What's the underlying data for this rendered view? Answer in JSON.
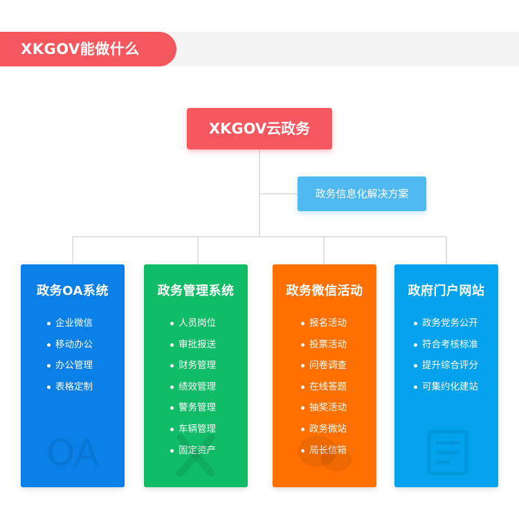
{
  "header": {
    "title": "XKGOV能做什么"
  },
  "root_node": {
    "label": "XKGOV云政务"
  },
  "side_node": {
    "label": "政务信息化解决方案"
  },
  "colors": {
    "red": "#f4575d",
    "light_blue": "#4fb8ee",
    "blue": "#0a7fe6",
    "green": "#10bc65",
    "orange": "#ff7000",
    "sky": "#02a2ec"
  },
  "cards": [
    {
      "title": "政务OA系统",
      "items": [
        "企业微信",
        "移动办公",
        "办公管理",
        "表格定制"
      ],
      "watermark": "OA"
    },
    {
      "title": "政务管理系统",
      "items": [
        "人员岗位",
        "审批报送",
        "财务管理",
        "绩效管理",
        "警务管理",
        "车辆管理",
        "固定资产"
      ]
    },
    {
      "title": "政务微信活动",
      "items": [
        "报名活动",
        "投票活动",
        "问卷调查",
        "在线答题",
        "抽奖活动",
        "政务微站",
        "局长信箱"
      ]
    },
    {
      "title": "政府门户网站",
      "items": [
        "政务党务公开",
        "符合考核标准",
        "提升综合评分",
        "可集约化建站"
      ]
    }
  ]
}
